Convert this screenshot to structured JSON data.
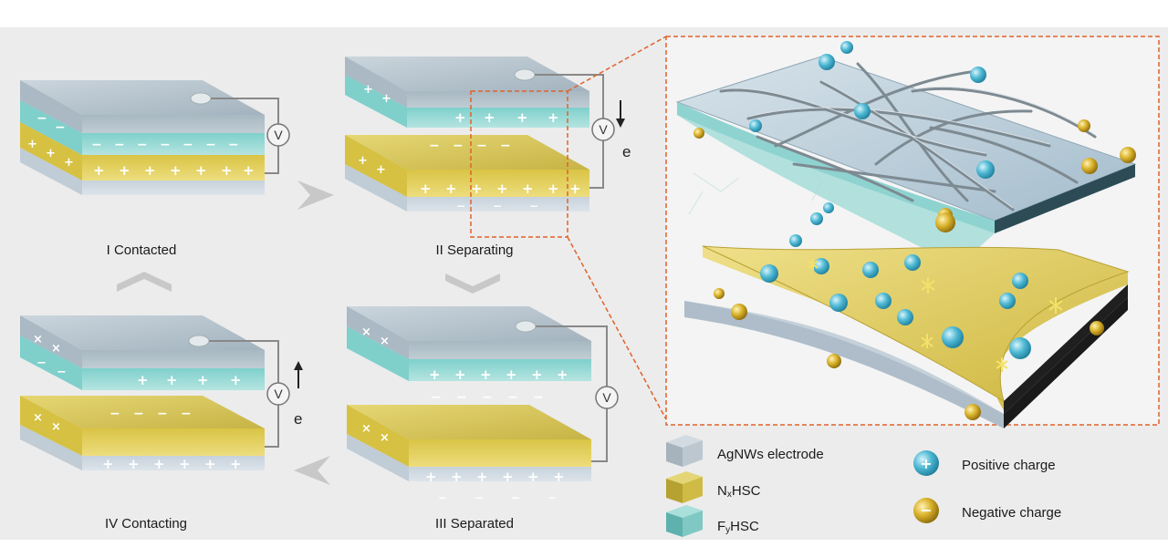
{
  "stages": {
    "contacted": "I Contacted",
    "separating": "II Separating",
    "separated": "III Separated",
    "contacting": "IV Contacting"
  },
  "meter_symbol": "V",
  "electron_symbol": "e",
  "legend": {
    "agnws": "AgNWs electrode",
    "nxhsc_prefix": "N",
    "nxhsc_sub": "x",
    "nxhsc_suffix": "HSC",
    "fyhsc_prefix": "F",
    "fyhsc_sub": "y",
    "fyhsc_suffix": "HSC",
    "positive": "Positive charge",
    "negative": "Negative charge"
  },
  "colors": {
    "background": "#ececec",
    "agnws_electrode": "#b9c6d4",
    "nxhsc": "#d8c64a",
    "fyhsc": "#8fd2cf",
    "positive_charge": "#3aa9c6",
    "negative_charge": "#c9a019",
    "callout_border": "#e0622a"
  }
}
